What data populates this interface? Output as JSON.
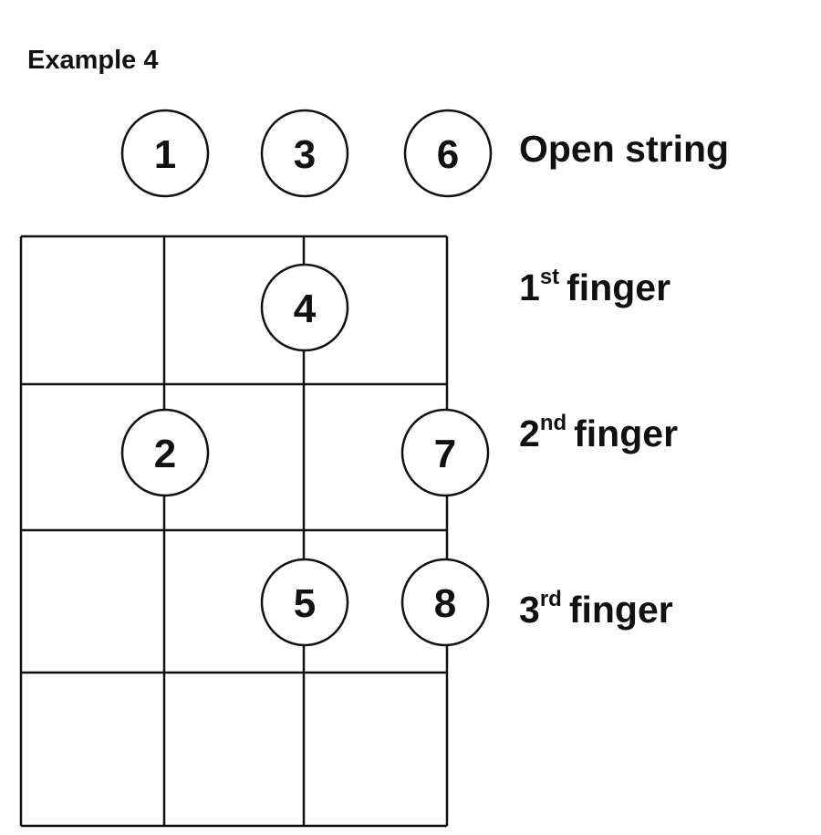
{
  "title": "Example 4",
  "open_string": {
    "label": "Open string",
    "notes": [
      "1",
      "3",
      "6"
    ]
  },
  "fingers": [
    {
      "ordinal": "1",
      "suffix": "st",
      "word": "finger"
    },
    {
      "ordinal": "2",
      "suffix": "nd",
      "word": "finger"
    },
    {
      "ordinal": "3",
      "suffix": "rd",
      "word": "finger"
    }
  ],
  "fret_notes": [
    {
      "note": "4",
      "string": 3,
      "fret": 1
    },
    {
      "note": "2",
      "string": 2,
      "fret": 2
    },
    {
      "note": "7",
      "string": 4,
      "fret": 2
    },
    {
      "note": "5",
      "string": 3,
      "fret": 3
    },
    {
      "note": "8",
      "string": 4,
      "fret": 3
    }
  ],
  "grid": {
    "strings": 4,
    "frets": 4
  }
}
